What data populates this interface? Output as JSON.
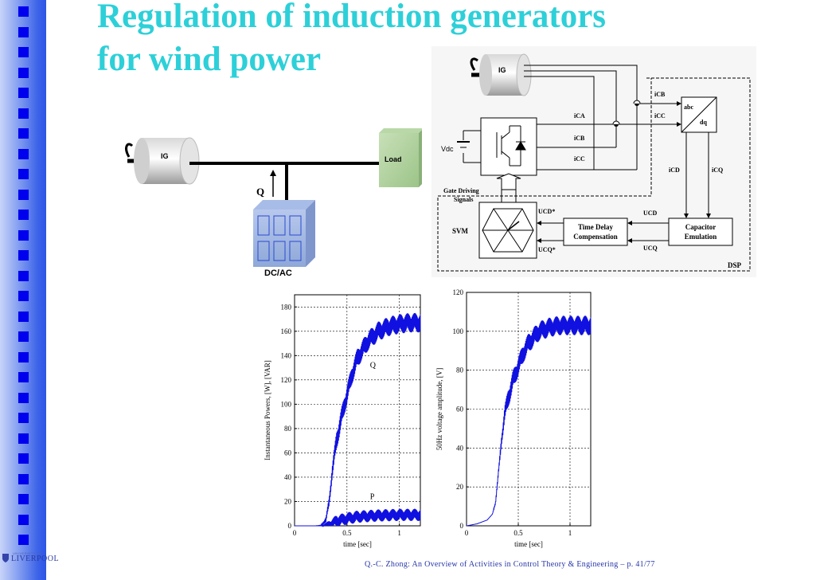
{
  "slide": {
    "title_line1": "Regulation of induction generators",
    "title_line2": "for wind power",
    "footer": "Q.-C. Zhong: An Overview of Activities in Control Theory & Engineering – p. 41/77",
    "logo_small": "UNIVERSITY OF",
    "logo_name": "LIVERPOOL"
  },
  "left_diagram": {
    "generator": "IG",
    "load": "Load",
    "q_label": "Q",
    "converter": "DC/AC"
  },
  "right_diagram": {
    "generator": "IG",
    "i_ca": "iCA",
    "i_cb": "iCB",
    "i_cc": "iCC",
    "i_cb2": "iCB",
    "i_cc2": "iCC",
    "abc": "abc",
    "dq": "dq",
    "vdc": "Vdc",
    "gate_line1": "Gate Driving",
    "gate_line2": "Signals",
    "i_cd": "iCD",
    "i_cq": "iCQ",
    "svm": "SVM",
    "ucd_star": "UCD*",
    "ucq_star": "UCQ*",
    "delay_line1": "Time Delay",
    "delay_line2": "Compensation",
    "ucd": "UCD",
    "ucq": "UCQ",
    "cap_line1": "Capacitor",
    "cap_line2": "Emulation",
    "dsp": "DSP"
  },
  "chart_data": [
    {
      "type": "line",
      "title": "",
      "xlabel": "time [sec]",
      "ylabel": "Instantaneous Powers, [W], [VAR]",
      "xlim": [
        0,
        1.2
      ],
      "ylim": [
        0,
        190
      ],
      "xticks": [
        0,
        0.5,
        1
      ],
      "xtick_labels": [
        "0",
        "0.5",
        "1"
      ],
      "yticks": [
        0,
        20,
        40,
        60,
        80,
        100,
        120,
        140,
        160,
        180
      ],
      "ytick_labels": [
        "0",
        "20",
        "40",
        "60",
        "80",
        "100",
        "120",
        "140",
        "160",
        "180"
      ],
      "grid": true,
      "annotations": [
        {
          "text": "Q",
          "x": 0.72,
          "y": 130
        },
        {
          "text": "P",
          "x": 0.72,
          "y": 22
        }
      ],
      "series": [
        {
          "x": [
            0,
            0.1,
            0.2,
            0.25,
            0.3,
            0.33,
            0.36,
            0.4,
            0.45,
            0.5,
            0.55,
            0.6,
            0.7,
            0.8,
            0.9,
            1.0,
            1.1,
            1.2
          ],
          "y": [
            0,
            0,
            0,
            0.5,
            5,
            20,
            45,
            70,
            90,
            108,
            125,
            138,
            152,
            160,
            164,
            166,
            167,
            167
          ],
          "ripple": 8
        },
        {
          "x": [
            0,
            0.1,
            0.2,
            0.25,
            0.3,
            0.35,
            0.4,
            0.5,
            0.6,
            0.8,
            1.0,
            1.2
          ],
          "y": [
            0,
            0,
            0,
            0,
            1,
            2,
            4,
            6,
            7.5,
            8.5,
            9,
            9
          ],
          "ripple": 5
        }
      ]
    },
    {
      "type": "line",
      "title": "",
      "xlabel": "time [sec]",
      "ylabel": "50Hz voltage          amplitude, [V]",
      "xlim": [
        0,
        1.2
      ],
      "ylim": [
        0,
        120
      ],
      "xticks": [
        0,
        0.5,
        1
      ],
      "xtick_labels": [
        "0",
        "0.5",
        "1"
      ],
      "yticks": [
        0,
        20,
        40,
        60,
        80,
        100,
        120
      ],
      "ytick_labels": [
        "0",
        "20",
        "40",
        "60",
        "80",
        "100",
        "120"
      ],
      "grid": true,
      "series": [
        {
          "x": [
            0,
            0.1,
            0.2,
            0.25,
            0.28,
            0.31,
            0.34,
            0.37,
            0.4,
            0.45,
            0.5,
            0.55,
            0.6,
            0.7,
            0.8,
            0.9,
            1.0,
            1.1,
            1.2
          ],
          "y": [
            0,
            1,
            3,
            6,
            12,
            28,
            45,
            58,
            65,
            75,
            82,
            89,
            94,
            100,
            102,
            103,
            103,
            103,
            103
          ],
          "ripple": 5
        }
      ]
    }
  ]
}
